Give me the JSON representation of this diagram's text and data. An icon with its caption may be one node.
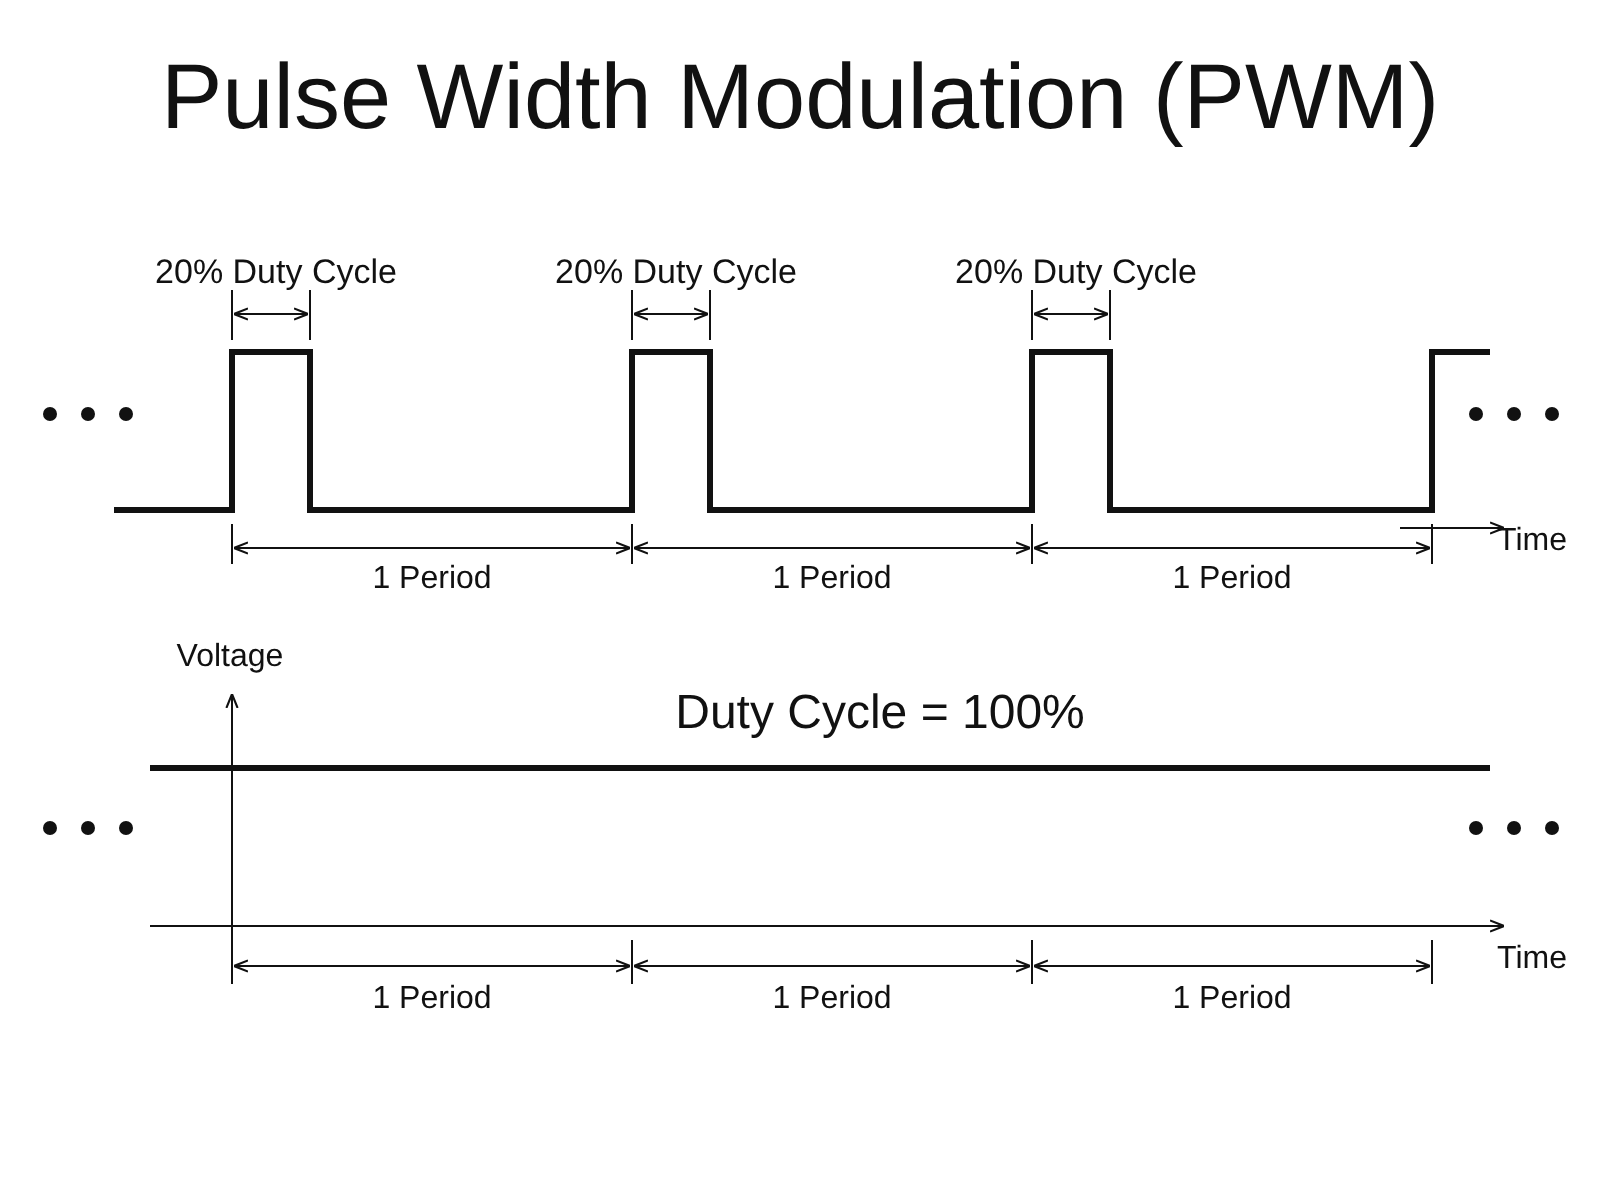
{
  "diagram": {
    "title": "Pulse Width Modulation (PWM)",
    "labels": [
      "20% Duty Cycle",
      "20% Duty Cycle",
      "20% Duty Cycle",
      "Time",
      "1 Period",
      "1 Period",
      "1 Period",
      "Voltage",
      "Duty Cycle = 100%",
      "Time",
      "1 Period",
      "1 Period",
      "1 Period"
    ]
  }
}
